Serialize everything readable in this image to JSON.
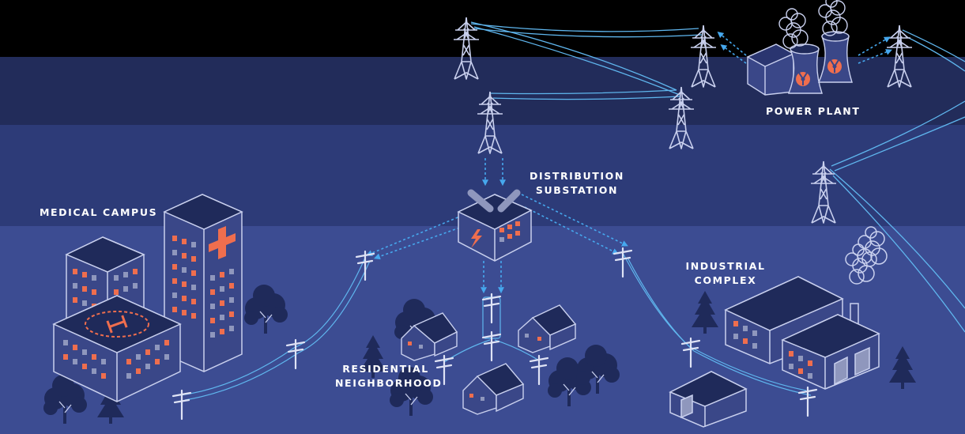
{
  "labels": {
    "power_plant": "POWER PLANT",
    "distribution_substation_line1": "DISTRIBUTION",
    "distribution_substation_line2": "SUBSTATION",
    "medical_campus": "MEDICAL CAMPUS",
    "industrial_complex_line1": "INDUSTRIAL",
    "industrial_complex_line2": "COMPLEX",
    "residential_neighborhood_line1": "RESIDENTIAL",
    "residential_neighborhood_line2": "NEIGHBORHOOD"
  },
  "colors": {
    "sky": "#000000",
    "band1": "#222c5a",
    "band2": "#2d3b78",
    "ground": "#3c4c92",
    "building_dark": "#1f2a5a",
    "building_mid": "#3a4788",
    "outline": "#c9d0ee",
    "window_orange": "#ef6e4e",
    "window_gray": "#8f97bd",
    "power_line": "#5fb6ee",
    "flow_arrow": "#46a8ee",
    "tree": "#1f2a5a",
    "label": "#ffffff"
  },
  "icons": {
    "hospital_cross": "plus",
    "helipad": "H",
    "nuclear": "radiation-trefoil",
    "lightning": "bolt"
  }
}
